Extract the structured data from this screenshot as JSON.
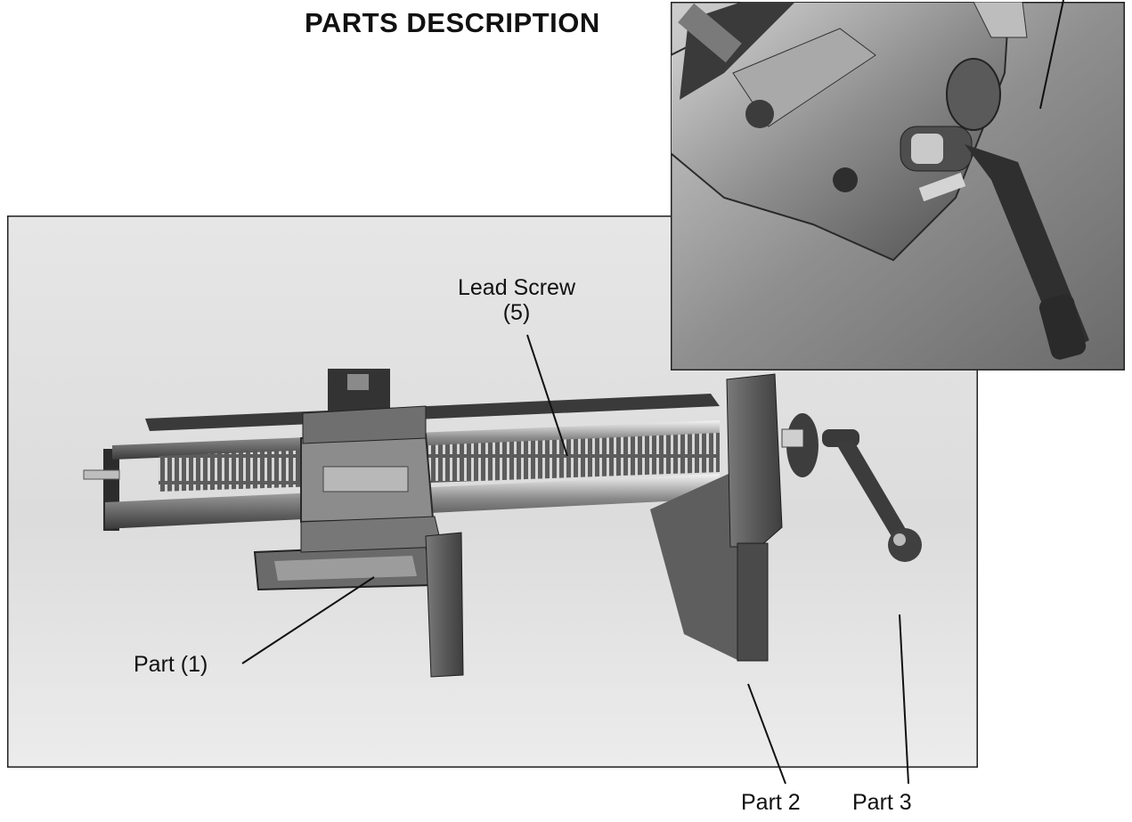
{
  "page": {
    "title": "PARTS DESCRIPTION"
  },
  "callouts": {
    "lead_screw_label": "Lead Screw",
    "lead_screw_number": "(5)",
    "part_1": "Part (1)",
    "part_2": "Part 2",
    "part_3": "Part 3"
  },
  "colors": {
    "text": "#111111",
    "photo_background": "#e3e3e3",
    "inset_background": "#9a9a9a",
    "metal_dark": "#4a4a4a",
    "metal_light": "#c8c8c8"
  }
}
